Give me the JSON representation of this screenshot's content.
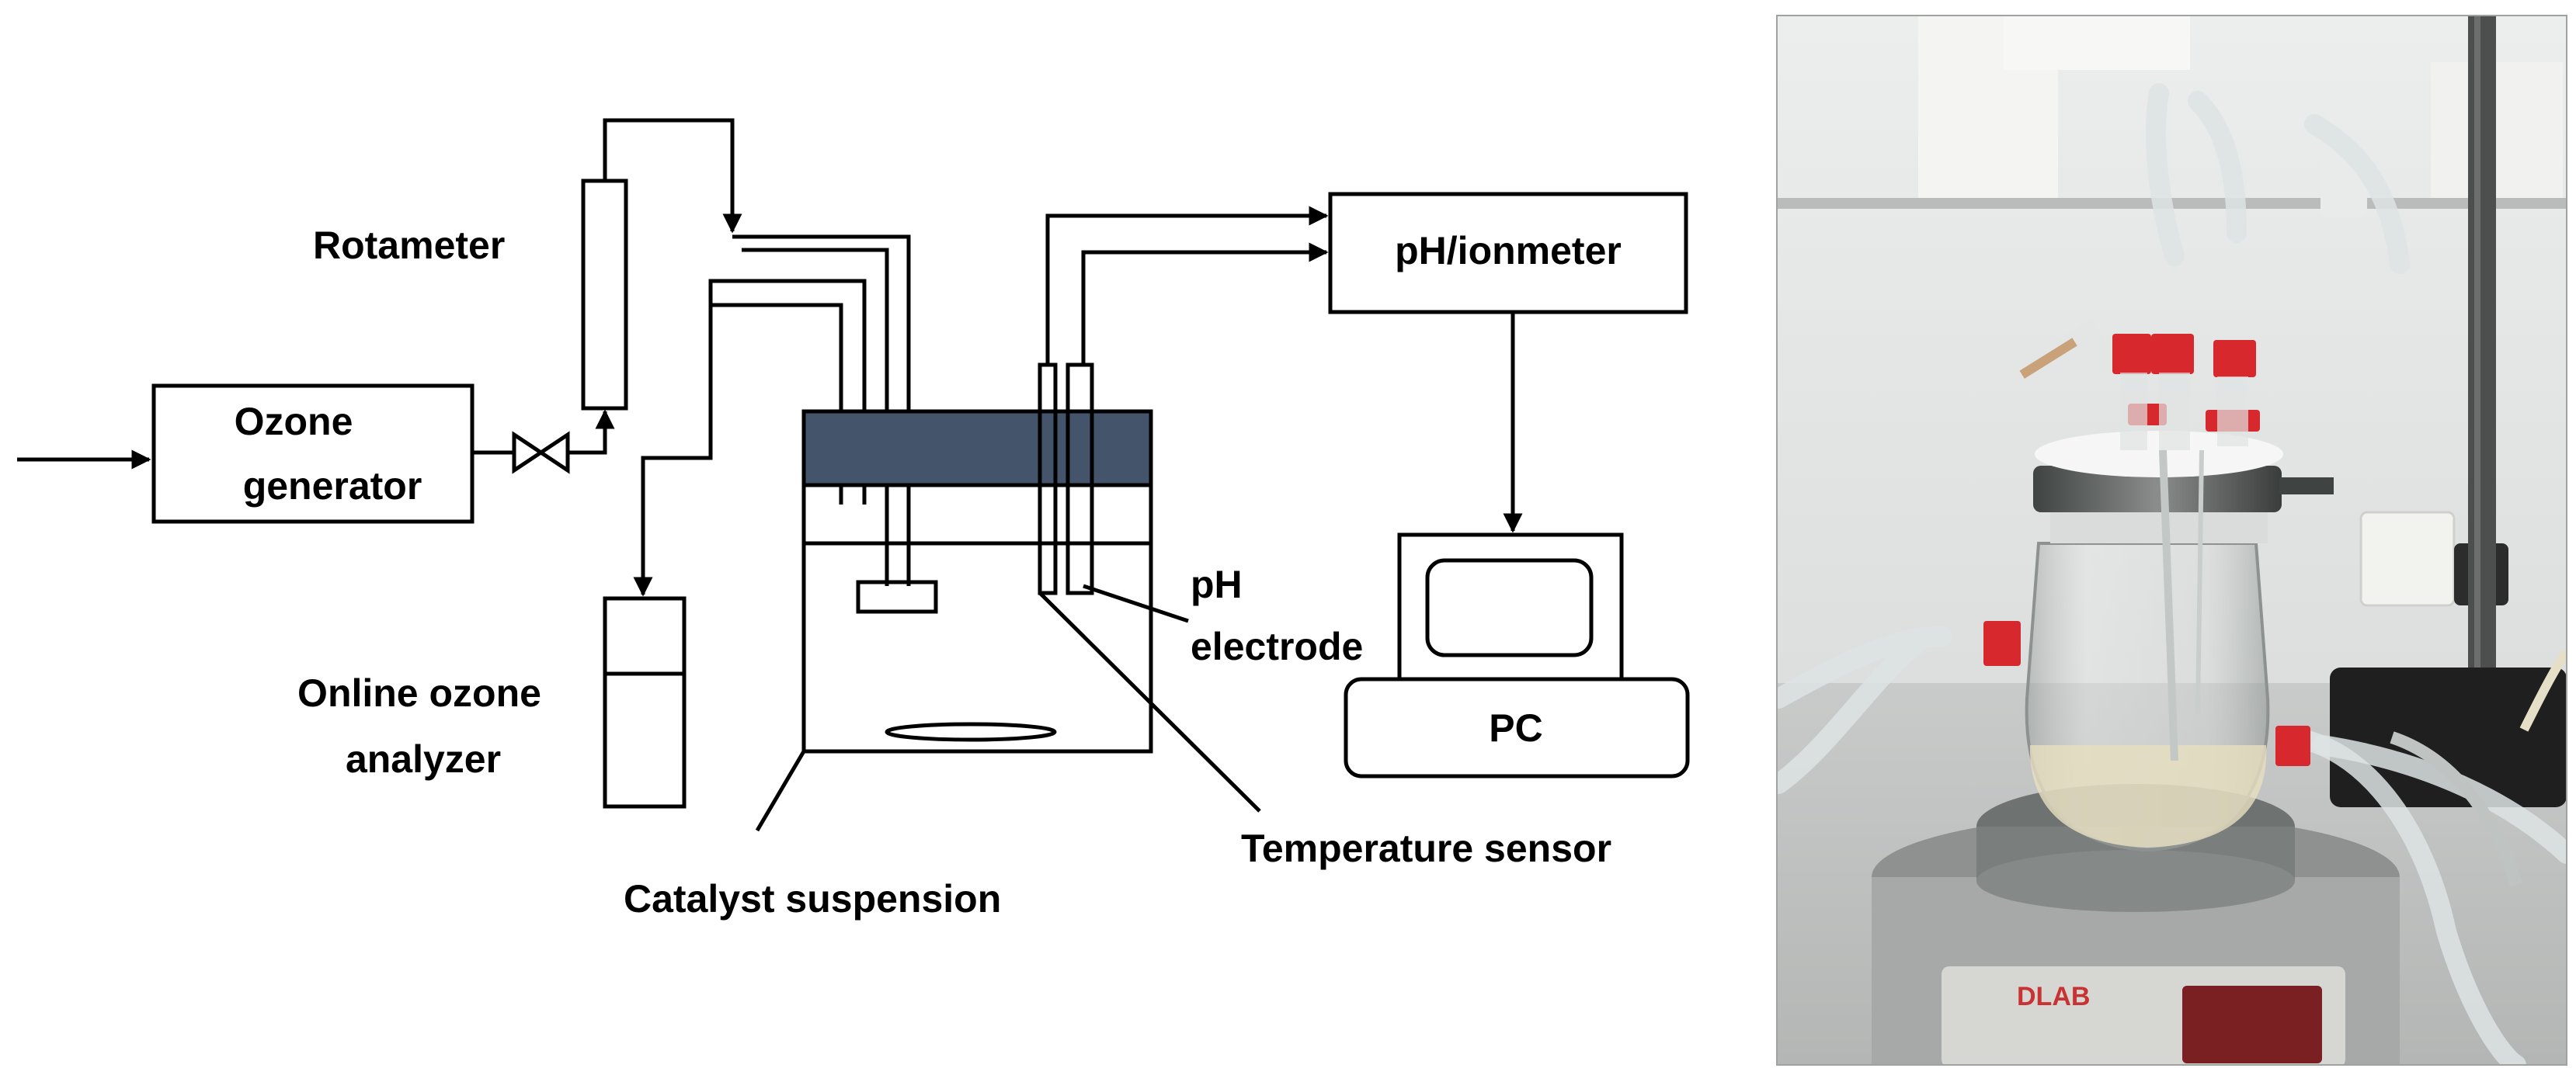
{
  "labels": {
    "rotameter": "Rotameter",
    "ozone_line1": "Ozone",
    "ozone_line2": "generator",
    "analyzer_line1": "Online ozone",
    "analyzer_line2": "analyzer",
    "catalyst": "Catalyst suspension",
    "ph_line1": "pH",
    "ph_line2": "electrode",
    "temperature": "Temperature sensor",
    "ionmeter": "pH/ionmeter",
    "pc": "PC"
  },
  "colors": {
    "lid": "#44546a",
    "line": "#000000"
  },
  "photo": {
    "brand": "DLAB"
  }
}
